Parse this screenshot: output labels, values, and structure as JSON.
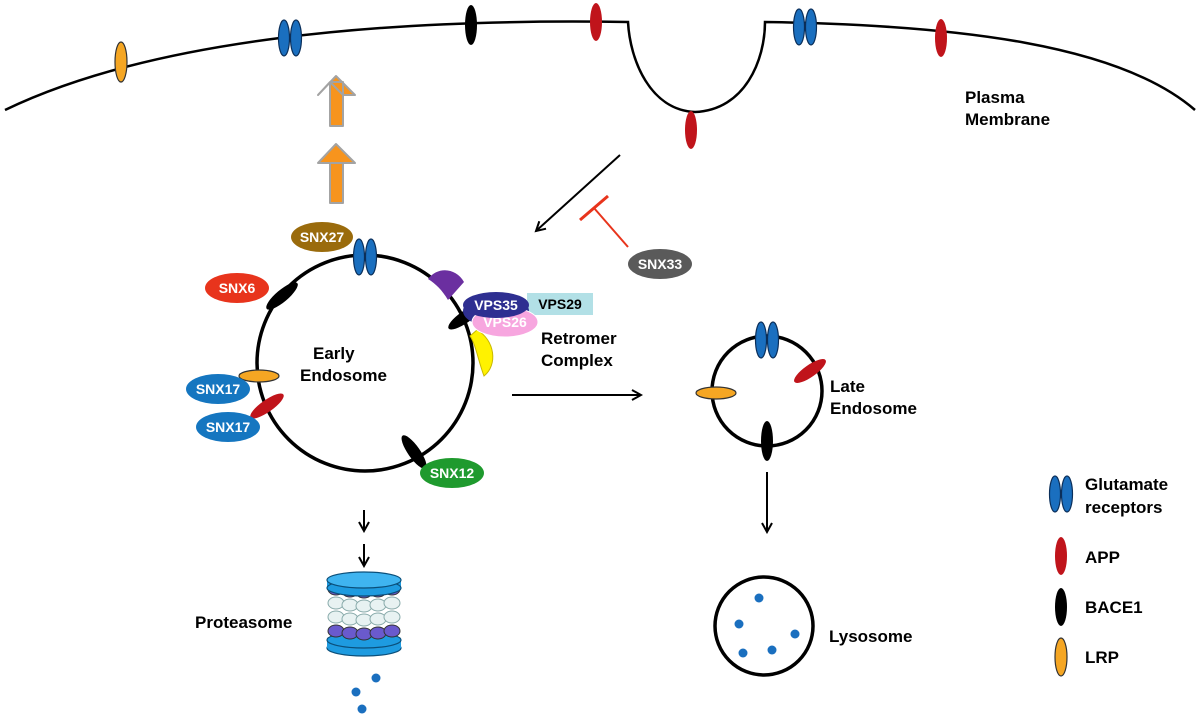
{
  "labels": {
    "plasma_membrane_1": "Plasma",
    "plasma_membrane_2": "Membrane",
    "early_endosome_1": "Early",
    "early_endosome_2": "Endosome",
    "retromer_1": "Retromer",
    "retromer_2": "Complex",
    "late_endosome_1": "Late",
    "late_endosome_2": "Endosome",
    "proteasome": "Proteasome",
    "lysosome": "Lysosome"
  },
  "proteins": {
    "snx27": "SNX27",
    "snx6": "SNX6",
    "snx17_a": "SNX17",
    "snx17_b": "SNX17",
    "snx12": "SNX12",
    "snx33": "SNX33",
    "vps35": "VPS35",
    "vps29": "VPS29",
    "vps26": "VPS26"
  },
  "legend": [
    {
      "label_1": "Glutamate",
      "label_2": "receptors",
      "icon": "glutamate-receptor-icon"
    },
    {
      "label_1": "APP",
      "label_2": "",
      "icon": "app-icon"
    },
    {
      "label_1": "BACE1",
      "label_2": "",
      "icon": "bace1-icon"
    },
    {
      "label_1": "LRP",
      "label_2": "",
      "icon": "lrp-icon"
    }
  ],
  "colors": {
    "glutamate": "#1a6fbf",
    "app": "#c0141b",
    "bace1": "#000000",
    "lrp": "#f5a623",
    "snx27": "#9a6b0c",
    "snx6": "#e8341c",
    "snx17": "#1576c0",
    "snx12": "#1f9a2e",
    "snx33": "#5a5a5a",
    "vps35": "#2e2f91",
    "vps29": "#b2e0e6",
    "vps26": "#f7a6df",
    "inhibit": "#e8341c",
    "up_arrow": "#f7941d"
  }
}
